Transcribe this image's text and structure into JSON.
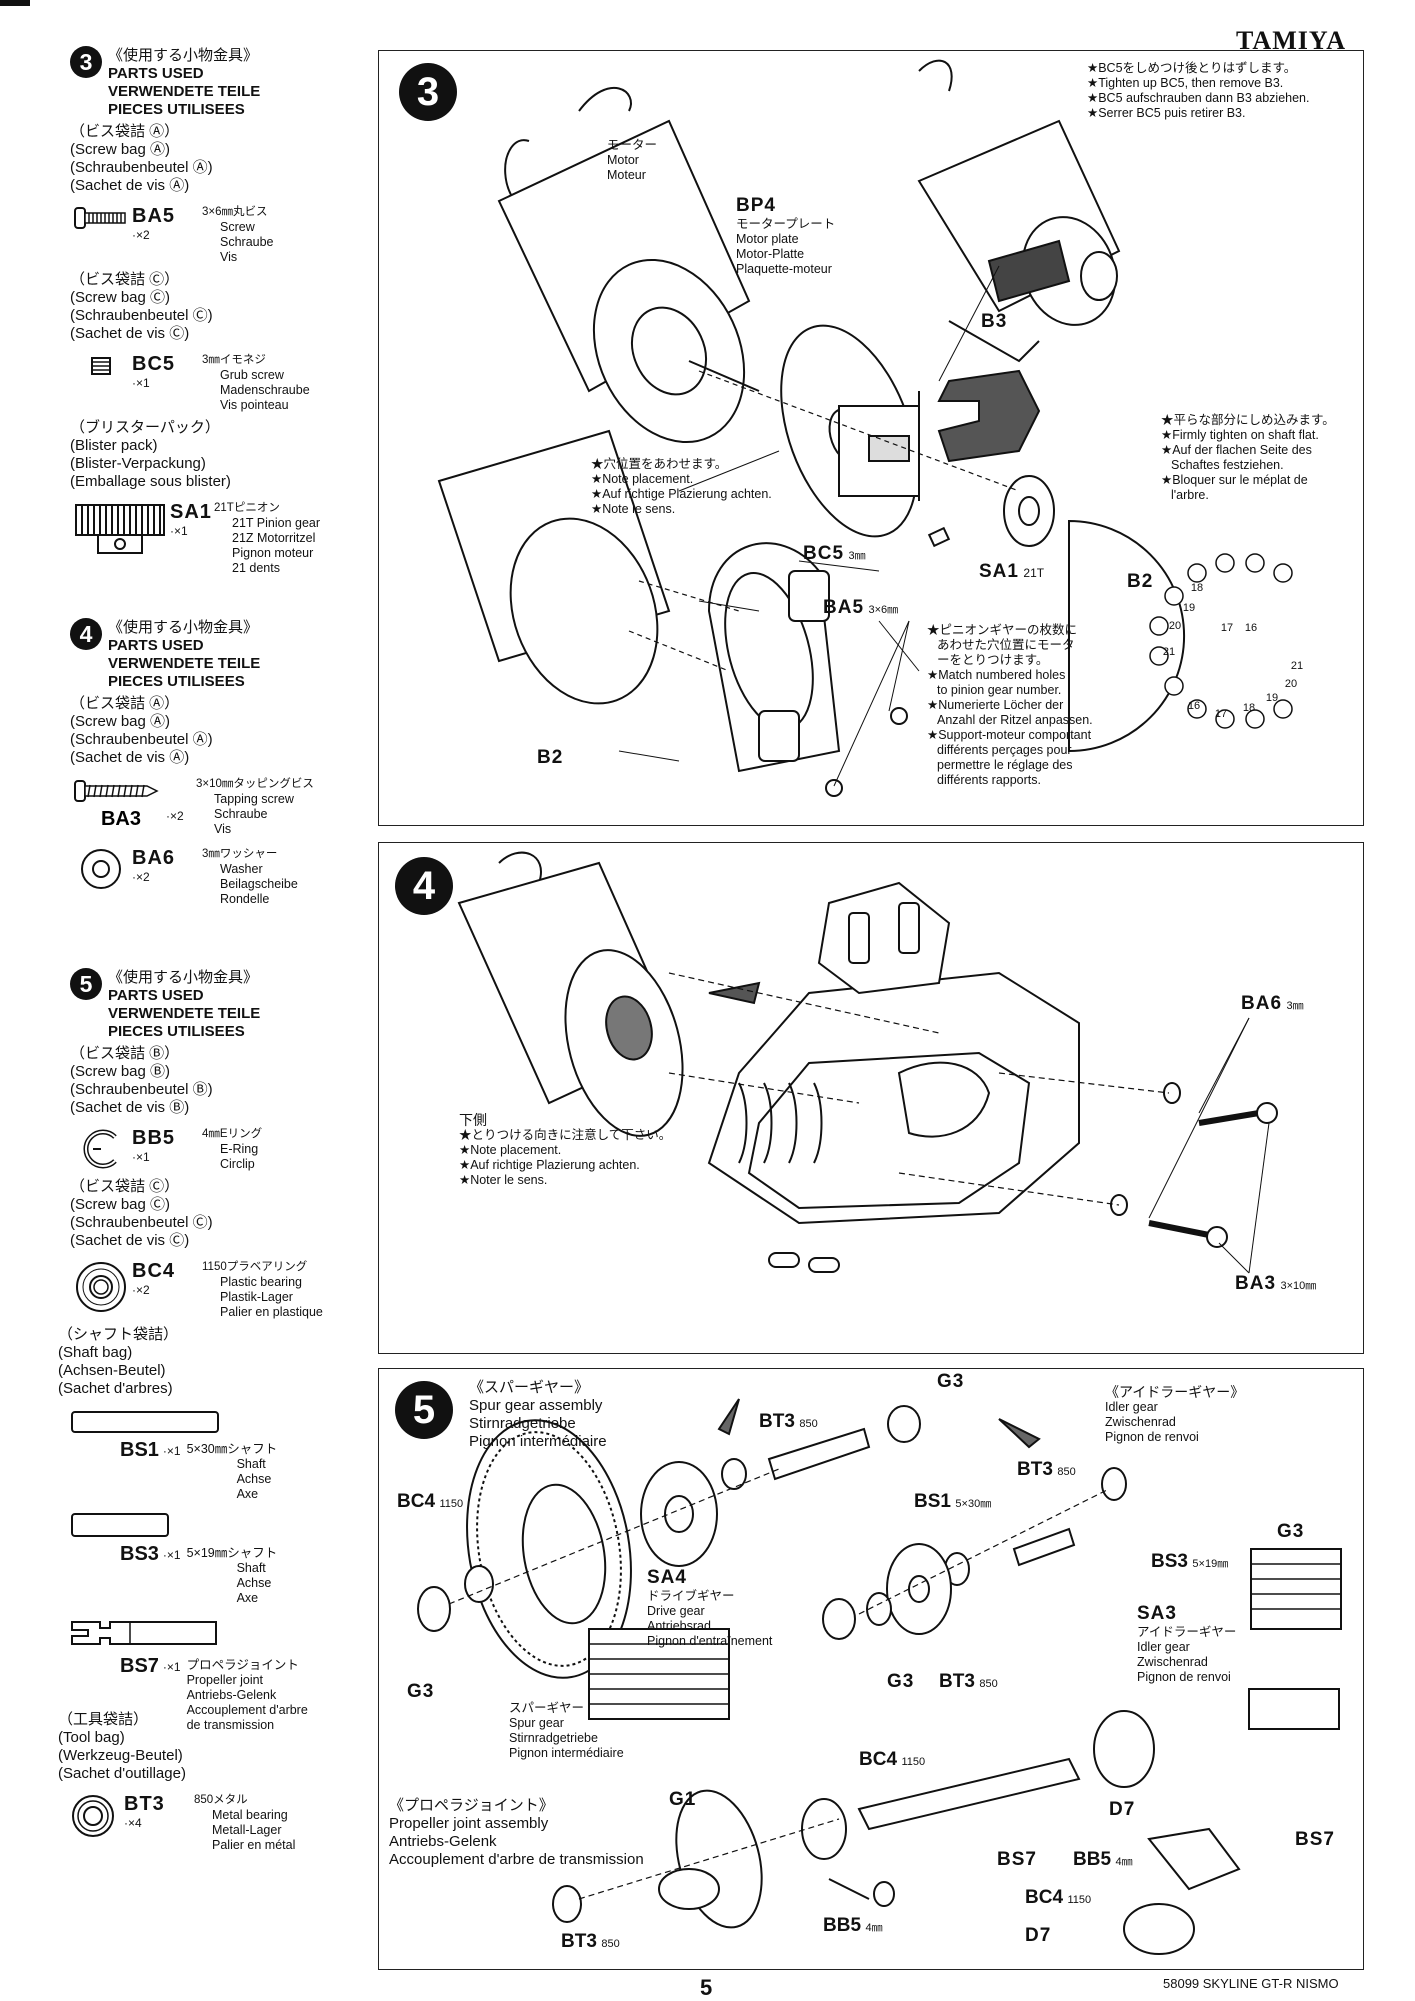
{
  "brand": "TAMIYA",
  "footer": {
    "page": "5",
    "model": "58099 SKYLINE GT-R NISMO"
  },
  "sidebar": {
    "s3": {
      "num": "3",
      "jp": "《使用する小物金具》",
      "en": [
        "PARTS USED",
        "VERWENDETE TEILE",
        "PIECES UTILISEES"
      ],
      "bags": [
        {
          "jp": "（ビス袋詰 Ⓐ）",
          "lines": [
            "(Screw bag Ⓐ)",
            "(Schraubenbeutel Ⓐ)",
            "(Sachet de vis Ⓐ)"
          ],
          "parts": [
            {
              "code": "BA5",
              "qty": "·×2",
              "size": "3×6㎜丸ビス",
              "names": [
                "Screw",
                "Schraube",
                "Vis"
              ]
            }
          ]
        },
        {
          "jp": "（ビス袋詰 Ⓒ）",
          "lines": [
            "(Screw bag Ⓒ)",
            "(Schraubenbeutel Ⓒ)",
            "(Sachet de vis Ⓒ)"
          ],
          "parts": [
            {
              "code": "BC5",
              "qty": "·×1",
              "size": "3㎜イモネジ",
              "names": [
                "Grub screw",
                "Madenschraube",
                "Vis pointeau"
              ]
            }
          ]
        },
        {
          "jp": "（ブリスターパック）",
          "lines": [
            "(Blister pack)",
            "(Blister-Verpackung)",
            "(Emballage sous blister)"
          ],
          "parts": [
            {
              "code": "SA1",
              "qty": "·×1",
              "size": "21Tピニオン",
              "names": [
                "21T Pinion gear",
                "21Z Motorritzel",
                "Pignon moteur",
                "21 dents"
              ]
            }
          ]
        }
      ]
    },
    "s4": {
      "num": "4",
      "jp": "《使用する小物金具》",
      "en": [
        "PARTS USED",
        "VERWENDETE TEILE",
        "PIECES UTILISEES"
      ],
      "bags": [
        {
          "jp": "（ビス袋詰 Ⓐ）",
          "lines": [
            "(Screw bag Ⓐ)",
            "(Schraubenbeutel Ⓐ)",
            "(Sachet de vis Ⓐ)"
          ],
          "parts": [
            {
              "code": "BA3",
              "qty": "·×2",
              "size": "3×10㎜タッピングビス",
              "names": [
                "Tapping screw",
                "Schraube",
                "Vis"
              ]
            },
            {
              "code": "BA6",
              "qty": "·×2",
              "size": "3㎜ワッシャー",
              "names": [
                "Washer",
                "Beilagscheibe",
                "Rondelle"
              ]
            }
          ]
        }
      ]
    },
    "s5": {
      "num": "5",
      "jp": "《使用する小物金具》",
      "en": [
        "PARTS USED",
        "VERWENDETE TEILE",
        "PIECES UTILISEES"
      ],
      "bags": [
        {
          "jp": "（ビス袋詰 Ⓑ）",
          "lines": [
            "(Screw bag Ⓑ)",
            "(Schraubenbeutel Ⓑ)",
            "(Sachet de vis Ⓑ)"
          ],
          "parts": [
            {
              "code": "BB5",
              "qty": "·×1",
              "size": "4㎜Eリング",
              "names": [
                "E-Ring",
                "Circlip"
              ]
            }
          ]
        },
        {
          "jp": "（ビス袋詰 Ⓒ）",
          "lines": [
            "(Screw bag Ⓒ)",
            "(Schraubenbeutel Ⓒ)",
            "(Sachet de vis Ⓒ)"
          ],
          "parts": [
            {
              "code": "BC4",
              "qty": "·×2",
              "size": "1150プラベアリング",
              "names": [
                "Plastic bearing",
                "Plastik-Lager",
                "Palier en plastique"
              ]
            }
          ]
        },
        {
          "jp": "（シャフト袋詰）",
          "lines": [
            "(Shaft bag)",
            "(Achsen-Beutel)",
            "(Sachet d'arbres)"
          ],
          "parts": [
            {
              "code": "BS1",
              "qty": "·×1",
              "size": "5×30㎜シャフト",
              "names": [
                "Shaft",
                "Achse",
                "Axe"
              ]
            },
            {
              "code": "BS3",
              "qty": "·×1",
              "size": "5×19㎜シャフト",
              "names": [
                "Shaft",
                "Achse",
                "Axe"
              ]
            },
            {
              "code": "BS7",
              "qty": "·×1",
              "size": "プロペラジョイント",
              "names": [
                "Propeller joint",
                "Antriebs-Gelenk",
                "Accouplement d'arbre",
                "de transmission"
              ]
            }
          ]
        },
        {
          "jp": "（工具袋詰）",
          "lines": [
            "(Tool bag)",
            "(Werkzeug-Beutel)",
            "(Sachet d'outillage)"
          ],
          "parts": [
            {
              "code": "BT3",
              "qty": "·×4",
              "size": "850メタル",
              "names": [
                "Metal bearing",
                "Metall-Lager",
                "Palier en métal"
              ]
            }
          ]
        }
      ]
    }
  },
  "step3": {
    "num": "3",
    "motor": [
      "モーター",
      "Motor",
      "Moteur"
    ],
    "bp4": {
      "code": "BP4",
      "names": [
        "モータープレート",
        "Motor plate",
        "Motor-Platte",
        "Plaquette-moteur"
      ]
    },
    "b3": "B3",
    "top_note": [
      "★BC5をしめつけ後とりはずします。",
      "★Tighten up BC5, then remove B3.",
      "★BC5 aufschrauben dann B3 abziehen.",
      "★Serrer BC5 puis retirer B3."
    ],
    "flat_note": [
      "★平らな部分にしめ込みます。",
      "★Firmly tighten on shaft flat.",
      "★Auf der flachen Seite des",
      "Schaftes festziehen.",
      "★Bloquer sur le méplat de",
      "l'arbre."
    ],
    "place_note": [
      "★穴位置をあわせます。",
      "★Note placement.",
      "★Auf richtige Plazierung achten.",
      "★Note le sens."
    ],
    "bc5": "BC5",
    "bc5_size": "3㎜",
    "sa1": "SA1",
    "sa1_size": "21T",
    "ba5": "BA5",
    "ba5_size": "3×6㎜",
    "b2": "B2",
    "b2_top": "B2",
    "pinion_note": [
      "★ピニオンギヤーの枚数に",
      "あわせた穴位置にモータ",
      "ーをとりつけます。",
      "★Match numbered holes",
      "to pinion gear number.",
      "★Numerierte Löcher der",
      "Anzahl der Ritzel anpassen.",
      "★Support-moteur comportant",
      "différents perçages pour",
      "permettre le réglage des",
      "différents rapports."
    ],
    "hole_numbers": [
      "16",
      "17",
      "18",
      "19",
      "20",
      "21",
      "21",
      "20",
      "19",
      "18",
      "17",
      "16"
    ]
  },
  "step4": {
    "num": "4",
    "ba6": "BA6",
    "ba6_size": "3㎜",
    "ba3": "BA3",
    "ba3_size": "3×10㎜",
    "note": [
      "下側",
      "★とりつける向きに注意して下さい。",
      "★Note placement.",
      "★Auf richtige Plazierung achten.",
      "★Noter le sens."
    ]
  },
  "step5": {
    "num": "5",
    "spur_title": [
      "《スパーギヤー》",
      "Spur gear assembly",
      "Stirnradgetriebe",
      "Pignon intermédiaire"
    ],
    "idler_title": [
      "《アイドラーギヤー》",
      "Idler gear",
      "Zwischenrad",
      "Pignon de renvoi"
    ],
    "prop_title": [
      "《プロペラジョイント》",
      "Propeller joint assembly",
      "Antriebs-Gelenk",
      "Accouplement d'arbre de transmission"
    ],
    "spur_label": [
      "スパーギヤー",
      "Spur gear",
      "Stirnradgetriebe",
      "Pignon intermédiaire"
    ],
    "sa4": {
      "code": "SA4",
      "names": [
        "ドライブギヤー",
        "Drive gear",
        "Antriebsrad",
        "Pignon d'entraînement"
      ]
    },
    "sa3": {
      "code": "SA3",
      "names": [
        "アイドラーギヤー",
        "Idler gear",
        "Zwischenrad",
        "Pignon de renvoi"
      ]
    },
    "g3": "G3",
    "bt3": "BT3",
    "bt3_size": "850",
    "bs1": "BS1",
    "bs1_size": "5×30㎜",
    "bs3": "BS3",
    "bs3_size": "5×19㎜",
    "bc4": "BC4",
    "bc4_size": "1150",
    "g1": "G1",
    "bs7": "BS7",
    "bb5": "BB5",
    "bb5_size": "4㎜",
    "d7": "D7"
  }
}
